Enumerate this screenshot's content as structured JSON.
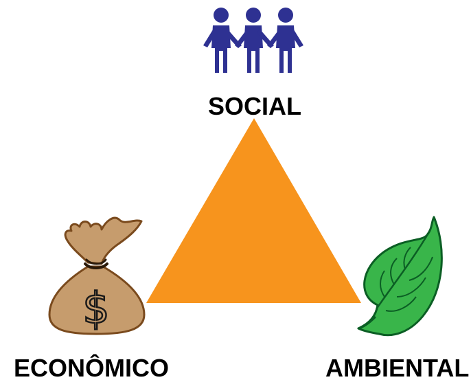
{
  "diagram": {
    "social_label": "SOCIAL",
    "economic_label": "ECONÔMICO",
    "environmental_label": "AMBIENTAL",
    "icons": {
      "social": "people-holding-hands-icon",
      "economic": "money-bag-icon",
      "environmental": "leaf-icon"
    },
    "money_symbol": "$",
    "colors": {
      "triangle": "#f7941d",
      "people": "#2e3192",
      "bag_fill": "#c69c6d",
      "bag_stroke": "#7a4a1d",
      "leaf_fill": "#39b54a",
      "leaf_dark": "#0b7a2e",
      "text": "#000000"
    }
  }
}
